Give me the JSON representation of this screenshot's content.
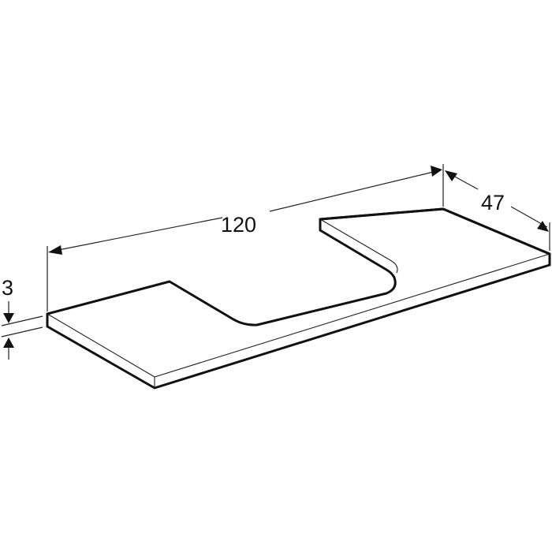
{
  "drawing": {
    "type": "isometric-dimension-drawing",
    "subject": "countertop with cutout",
    "colors": {
      "line": "#111111",
      "background": "#ffffff"
    }
  },
  "dimensions": {
    "width": {
      "label": "120"
    },
    "depth": {
      "label": "47"
    },
    "thickness": {
      "label": "3"
    }
  }
}
